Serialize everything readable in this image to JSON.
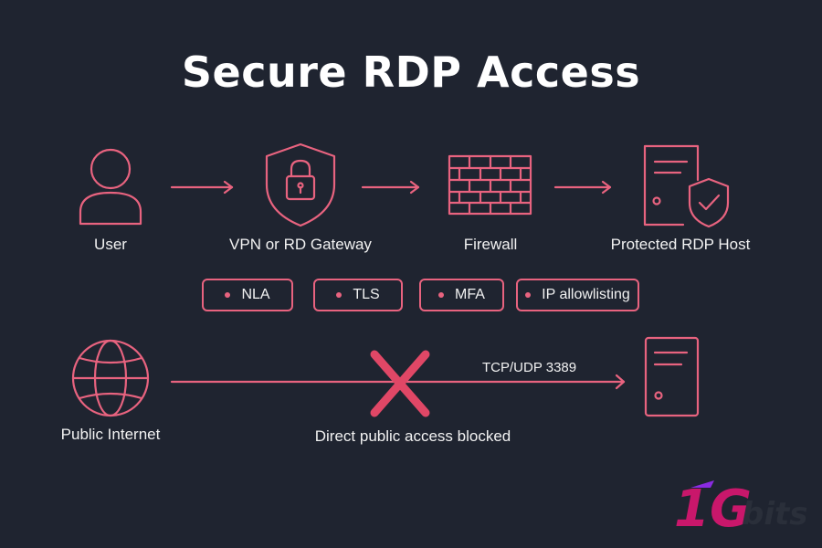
{
  "title": "Secure RDP Access",
  "flow": {
    "nodes": [
      {
        "label": "User",
        "icon": "user-icon"
      },
      {
        "label": "VPN or RD Gateway",
        "icon": "shield-lock-icon"
      },
      {
        "label": "Firewall",
        "icon": "firewall-icon"
      },
      {
        "label": "Protected RDP Host",
        "icon": "server-shield-icon"
      }
    ],
    "features": [
      "NLA",
      "TLS",
      "MFA",
      "IP allowlisting"
    ]
  },
  "blocked_path": {
    "source_label": "Public Internet",
    "source_icon": "globe-icon",
    "port_label": "TCP/UDP 3389",
    "status_label": "Direct public access blocked",
    "blocked_icon": "x-icon",
    "target_icon": "server-icon"
  },
  "logo": {
    "text_1g": "1G",
    "text_bits": "bits"
  },
  "colors": {
    "background": "#1f2430",
    "accent": "#e8637f",
    "text": "#ffffff",
    "logo_magenta": "#c9176b",
    "logo_purple": "#8a2be2",
    "logo_dark": "#2a2f3a"
  }
}
